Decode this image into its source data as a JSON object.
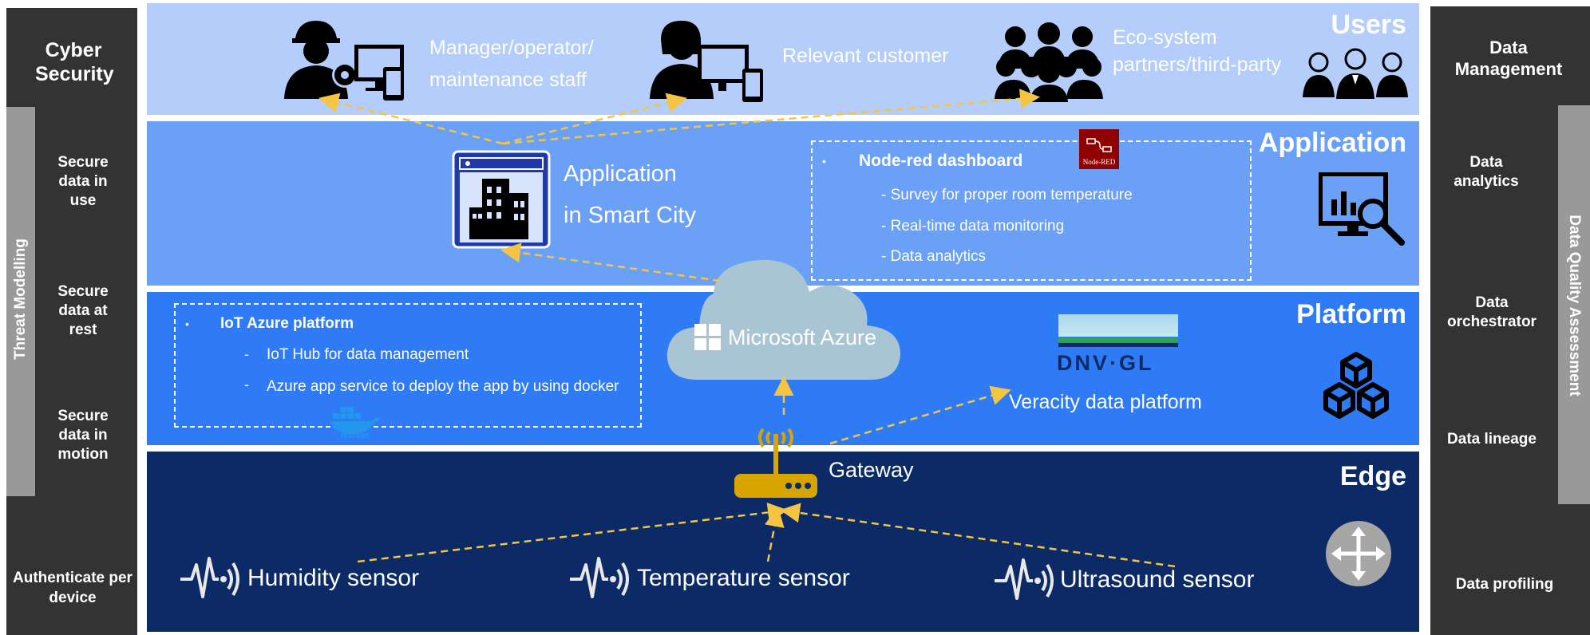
{
  "left_panel": {
    "title": "Cyber Security",
    "vertical_label": "Threat Modelling",
    "items": [
      "Secure data in use",
      "Secure data at rest",
      "Secure data in motion"
    ],
    "bottom": "Authenticate per device"
  },
  "right_panel": {
    "title": "Data Management",
    "vertical_label": "Data Quality Assessment",
    "items": [
      "Data analytics",
      "Data orchestrator",
      "Data lineage"
    ],
    "bottom": "Data profiling"
  },
  "users": {
    "title": "Users",
    "manager": "Manager/operator/ maintenance staff",
    "customer": "Relevant customer",
    "partners": "Eco-system partners/third-party"
  },
  "application": {
    "title": "Application",
    "app_line1": "Application",
    "app_line2": "in Smart City",
    "dashboard_title": "Node-red dashboard",
    "dashboard_items": [
      "- Survey for proper room temperature",
      "- Real-time data monitoring",
      "- Data analytics"
    ],
    "nodered_logo": "Node-RED"
  },
  "platform": {
    "title": "Platform",
    "iot_title": "IoT Azure platform",
    "iot_items": [
      "IoT Hub for data management",
      "Azure app service to deploy the app by using docker"
    ],
    "azure_label": "Microsoft Azure",
    "dnv_label": "DNV·GL",
    "veracity": "Veracity data platform",
    "docker_label": "docker"
  },
  "edge": {
    "title": "Edge",
    "gateway": "Gateway",
    "humidity": "Humidity sensor",
    "temperature": "Temperature sensor",
    "ultrasound": "Ultrasound sensor"
  },
  "colors": {
    "users_band": "#b4cdfa",
    "application_band": "#6aa0f5",
    "platform_band": "#2f7bf5",
    "edge_band": "#0b2a66",
    "arrow": "#f5c542",
    "side_dark": "#333333",
    "side_grey": "#999999"
  }
}
